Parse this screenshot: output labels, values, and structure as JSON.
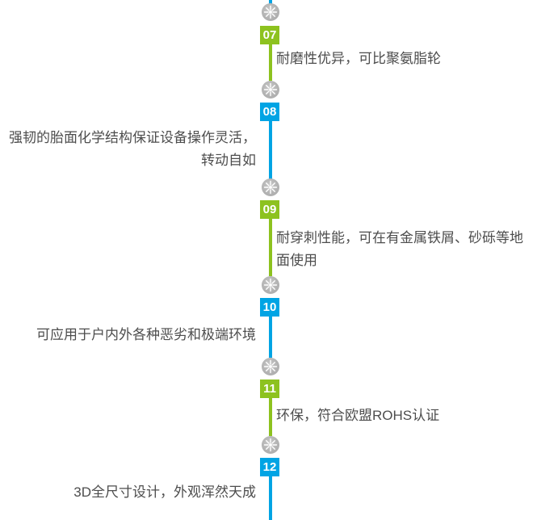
{
  "colors": {
    "green": "#8dc21f",
    "blue": "#00a4e4",
    "node_gray": "#b3b3b3",
    "text": "#4d4d4d"
  },
  "timeline": {
    "items": [
      {
        "number": "07",
        "color": "green",
        "side": "right",
        "lines": [
          "耐磨性优异，可比聚氨脂轮"
        ]
      },
      {
        "number": "08",
        "color": "blue",
        "side": "left",
        "lines": [
          "强韧的胎面化学结构保证设备操作灵活，",
          "转动自如"
        ]
      },
      {
        "number": "09",
        "color": "green",
        "side": "right",
        "lines": [
          "耐穿刺性能，可在有金属铁屑、砂砾等地",
          "面使用"
        ]
      },
      {
        "number": "10",
        "color": "blue",
        "side": "left",
        "lines": [
          "可应用于户内外各种恶劣和极端环境"
        ]
      },
      {
        "number": "11",
        "color": "green",
        "side": "right",
        "lines": [
          "环保，符合欧盟ROHS认证"
        ]
      },
      {
        "number": "12",
        "color": "blue",
        "side": "left",
        "lines": [
          "3D全尺寸设计，外观浑然天成"
        ]
      }
    ]
  }
}
